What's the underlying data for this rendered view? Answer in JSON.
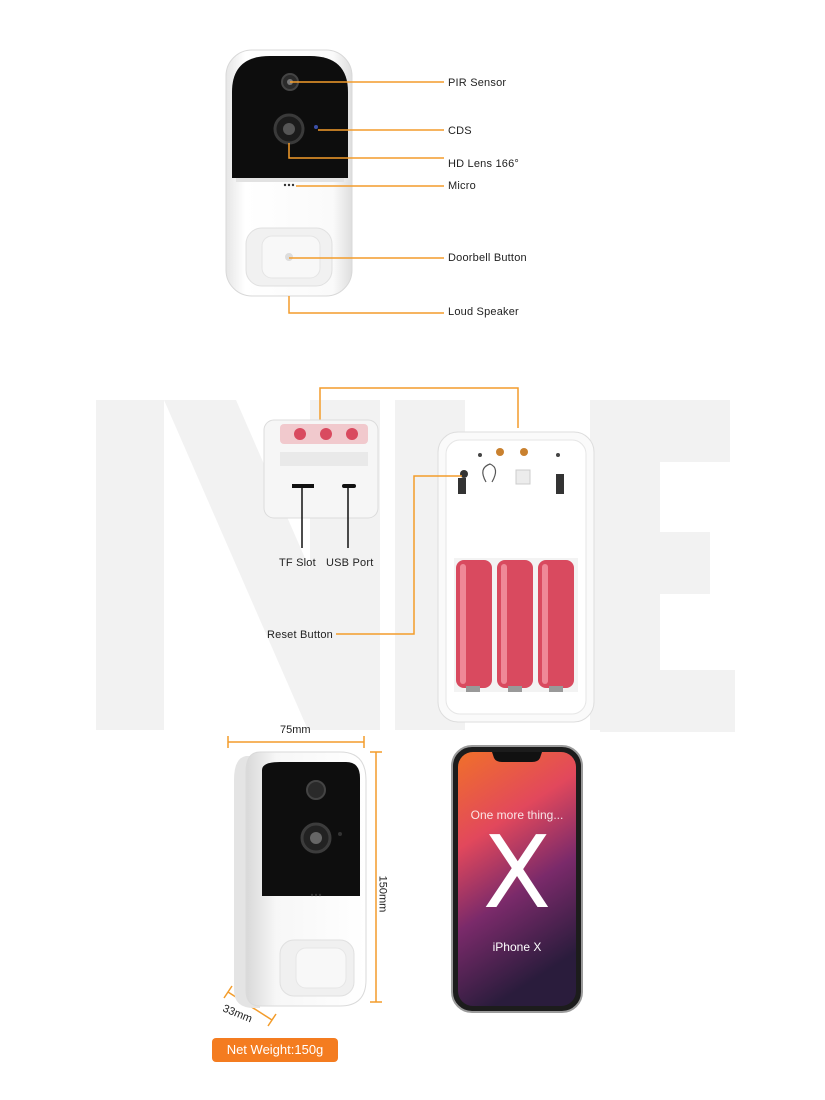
{
  "watermark": "NHE",
  "section_top": {
    "labels": {
      "pir_sensor": "PIR Sensor",
      "cds": "CDS",
      "hd_lens": "HD Lens 166°",
      "micro": "Micro",
      "doorbell_button": "Doorbell Button",
      "loud_speaker": "Loud Speaker"
    }
  },
  "section_middle": {
    "labels": {
      "tf_slot": "TF Slot",
      "usb_port": "USB Port",
      "reset_button": "Reset Button"
    }
  },
  "section_bottom": {
    "width": "75mm",
    "height": "150mm",
    "depth": "33mm",
    "net_weight": "Net Weight:150g",
    "phone": {
      "tagline": "One more thing...",
      "big_letter": "X",
      "model": "iPhone X"
    }
  },
  "colors": {
    "accent": "#f39c2b",
    "badge": "#f47c20",
    "battery": "#d94a5f"
  }
}
